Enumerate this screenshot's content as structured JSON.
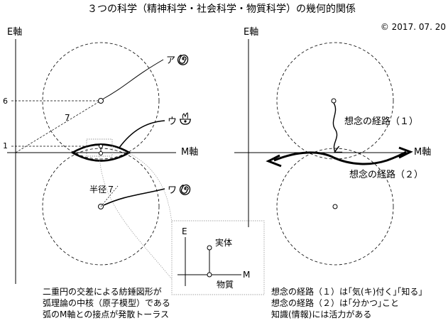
{
  "title": "３つの科学（精神科学・社会科学・物質科学）の幾何的関係",
  "copyright": "© 2017. 07. 20",
  "left": {
    "e_axis_label": "E軸",
    "m_axis_label": "M軸",
    "tick_6": "6",
    "tick_1": "1",
    "distance_label": "7",
    "radius_label": "半径７",
    "label_a": "ア",
    "label_u": "ウ",
    "label_wa": "ワ",
    "notes": [
      "二重円の交差による紡錘図形が",
      "弧理論の中核（原子模型）である",
      "弧のM軸との接点が発散トーラス"
    ]
  },
  "inset": {
    "e_label": "E",
    "m_label": "M",
    "entity_label": "実体",
    "matter_label": "物質"
  },
  "right": {
    "e_axis_label": "E軸",
    "m_axis_label": "M軸",
    "path1_label": "想念の経路（１）",
    "path2_label": "想念の経路（２）",
    "notes": [
      "想念の経路（１）は｢気(キ)付く｣｢知る｣",
      "想念の経路（２）は｢分かつ｣こと",
      "知識(情報)には活力がある"
    ]
  },
  "icons": {
    "a": "spiral-icon",
    "u": "flame-bowl-icon",
    "wa": "spiral-icon"
  }
}
